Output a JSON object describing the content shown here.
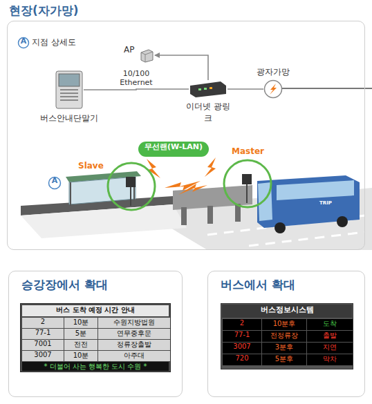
{
  "diagram": {
    "nodes": [
      {
        "text": [
          "현장(자가망)"
        ]
      },
      {
        "text": [
          "A"
        ],
        "in": 0
      },
      {
        "text": [
          "버스안내단말기"
        ],
        "in": 0
      },
      {
        "text": [
          "AP"
        ],
        "in": 0
      },
      {
        "text": [
          "이더넷 광링크"
        ],
        "in": 0
      },
      {
        "text": [
          "광자가망"
        ],
        "in": 0
      },
      {
        "text": [
          "무선랜(W-LAN)"
        ],
        "in": 0
      },
      {
        "text": [
          "Slave"
        ],
        "in": 0
      },
      {
        "text": [
          "Master"
        ],
        "in": 0
      },
      {
        "text": [
          "A"
        ],
        "in": 0
      },
      {
        "text": [
          "승강장에서 확대"
        ]
      },
      {
        "text": [
          "버스 도착 예정 시간 안내"
        ],
        "in": 10
      },
      {
        "text": [
          "버스에서 확대"
        ]
      },
      {
        "text": [
          "버스정보시스템"
        ],
        "in": 12
      }
    ],
    "edges": [
      {
        "from": 2,
        "to": 4,
        "arrow": "none",
        "label": "10/100 Ethernet"
      },
      {
        "from": 4,
        "to": 3,
        "arrow": "to"
      },
      {
        "from": 4,
        "to": 5,
        "arrow": "none"
      }
    ],
    "labels": [
      "지점 상세도",
      "TRIP",
      "2",
      "10분",
      "수원지방법원",
      "77-1",
      "5분",
      "연무중후문",
      "7001",
      "전전",
      "정류장출발",
      "3007",
      "10분",
      "아주대",
      "* 더불어 사는 행복한 도시 수원 *",
      "2",
      "10분후",
      "도착",
      "77-1",
      "전정류장",
      "출발",
      "3007",
      "3분후",
      "지연",
      "720",
      "5분후",
      "막차"
    ]
  }
}
